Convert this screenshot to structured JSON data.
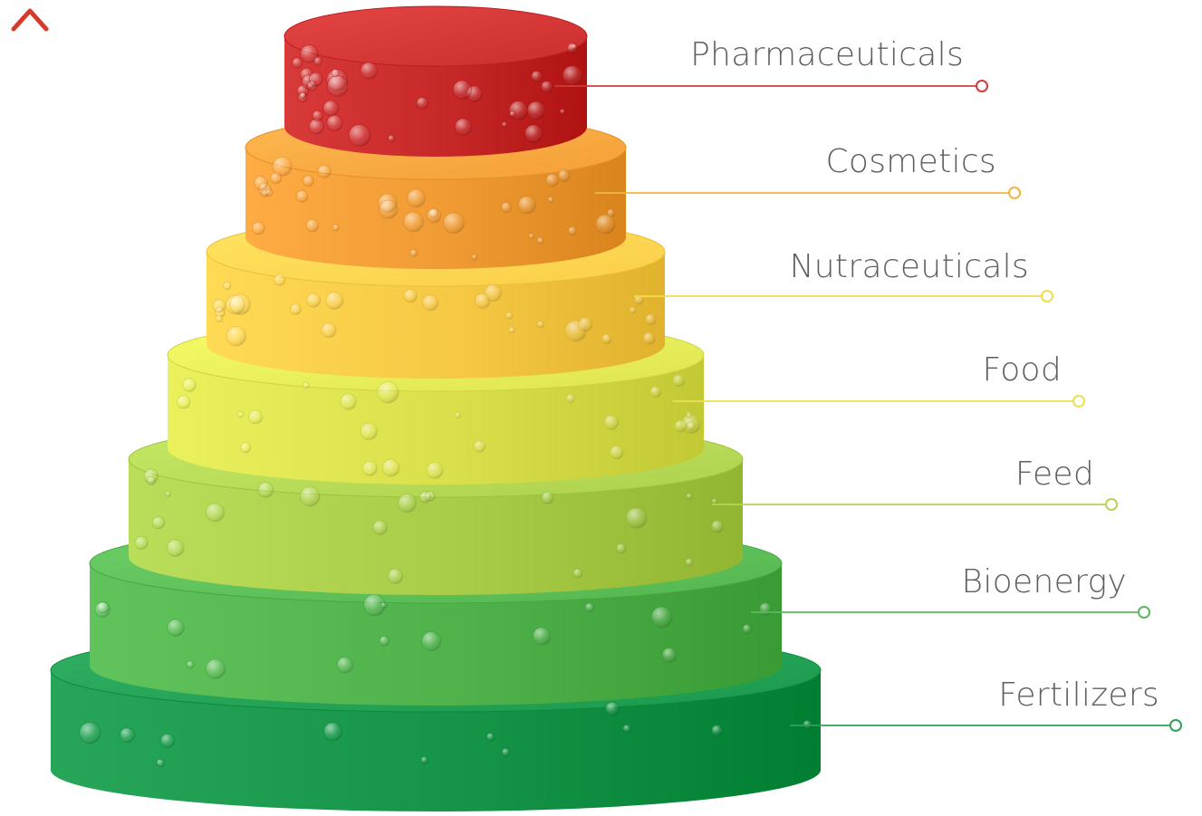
{
  "diagram": {
    "tiers": [
      {
        "label": "Pharmaceuticals",
        "color": "#c62828",
        "line_color": "#d13b3b"
      },
      {
        "label": "Cosmetics",
        "color": "#ef9a32",
        "line_color": "#f2b640"
      },
      {
        "label": "Nutraceuticals",
        "color": "#f6c843",
        "line_color": "#f3dd4c"
      },
      {
        "label": "Food",
        "color": "#d9df4a",
        "line_color": "#ebe050"
      },
      {
        "label": "Feed",
        "color": "#a8cc48",
        "line_color": "#b7d354"
      },
      {
        "label": "Bioenergy",
        "color": "#4fb14a",
        "line_color": "#5cb85c"
      },
      {
        "label": "Fertilizers",
        "color": "#159447",
        "line_color": "#2ea25a"
      }
    ],
    "arrow": {
      "direction": "up",
      "gradient": [
        "#d63a2a",
        "#ef9a32",
        "#f3e04a",
        "#8ec44b",
        "#139b48"
      ]
    }
  }
}
